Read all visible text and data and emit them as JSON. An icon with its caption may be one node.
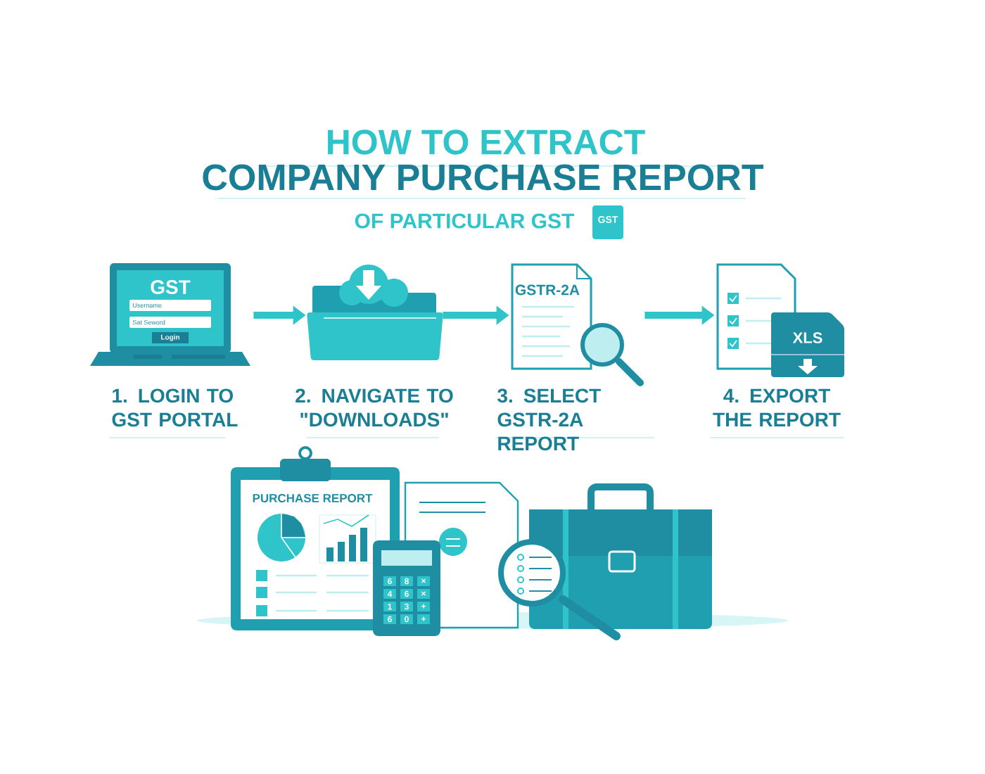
{
  "diagram": {
    "title": "HOW TO EXTRACT",
    "nodes": [
      {
        "text": [
          "GST",
          "Username",
          "Sat Seword",
          "Login"
        ],
        "beside": [
          "1. LOGIN TO GST PORTAL"
        ]
      },
      {
        "text": [],
        "shape": "picture",
        "beside": [
          "2. NAVIGATE TO \"DOWNLOADS\""
        ]
      },
      {
        "text": [
          "GSTR-2A"
        ],
        "beside": [
          "3. SELECT GSTR-2A REPORT"
        ]
      },
      {
        "text": [
          "XLS"
        ],
        "beside": [
          "4. EXPORT THE REPORT"
        ]
      }
    ],
    "edges": [
      {
        "from": 0,
        "to": 1,
        "arrow": "to"
      },
      {
        "from": 1,
        "to": 2,
        "arrow": "to"
      },
      {
        "from": 2,
        "to": 3,
        "arrow": "to"
      }
    ],
    "labels": [
      "COMPANY PURCHASE REPORT",
      "OF PARTICULAR GST",
      "GST",
      "PURCHASE REPORT",
      "6",
      "8",
      "×",
      "4",
      "6",
      "×",
      "1",
      "3",
      "+",
      "6",
      "0",
      "+"
    ]
  }
}
